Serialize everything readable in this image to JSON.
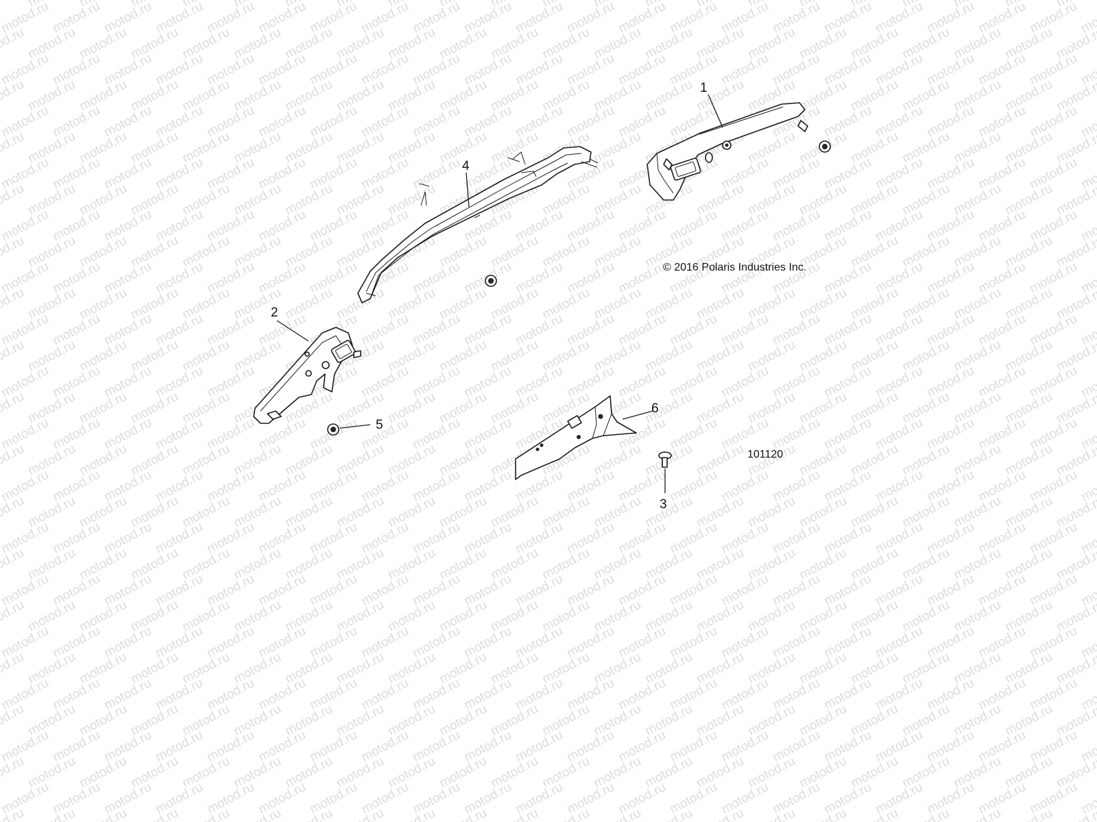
{
  "watermark": {
    "text": "motod.ru",
    "color": "#dcdcdc"
  },
  "copyright": "© 2016 Polaris Industries Inc.",
  "diagram_id": "101120",
  "callouts": [
    {
      "id": "c1",
      "label": "1"
    },
    {
      "id": "c2",
      "label": "2"
    },
    {
      "id": "c3",
      "label": "3"
    },
    {
      "id": "c4",
      "label": "4"
    },
    {
      "id": "c5",
      "label": "5"
    },
    {
      "id": "c6",
      "label": "6"
    }
  ]
}
